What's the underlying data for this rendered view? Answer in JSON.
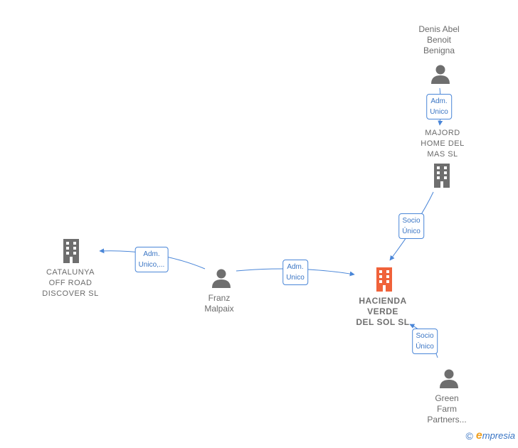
{
  "nodes": {
    "denis": {
      "label": "Denis Abel\nBenoit\nBenigna",
      "kind": "person"
    },
    "majord": {
      "label": "MAJORD\nHOME DEL\nMAS  SL",
      "kind": "company"
    },
    "catalunya": {
      "label": "CATALUNYA\nOFF ROAD\nDISCOVER  SL",
      "kind": "company"
    },
    "franz": {
      "label": "Franz\nMalpaix",
      "kind": "person"
    },
    "hacienda": {
      "label": "HACIENDA\nVERDE\nDEL  SOL  SL",
      "kind": "company-focus"
    },
    "green": {
      "label": "Green\nFarm\nPartners...",
      "kind": "person"
    }
  },
  "edges": {
    "denis_majord": "Adm.\nUnico",
    "majord_hacienda": "Socio\nÚnico",
    "franz_catalunya": "Adm.\nUnico,...",
    "franz_hacienda": "Adm.\nUnico",
    "green_hacienda": "Socio\nÚnico"
  },
  "colors": {
    "edge": "#4a86d8",
    "icon_gray": "#6e6e6e",
    "focus_company": "#f0623a"
  },
  "footer": {
    "copyright_icon": "copyright-icon",
    "brand_initial": "e",
    "brand_rest": "mpresia"
  }
}
